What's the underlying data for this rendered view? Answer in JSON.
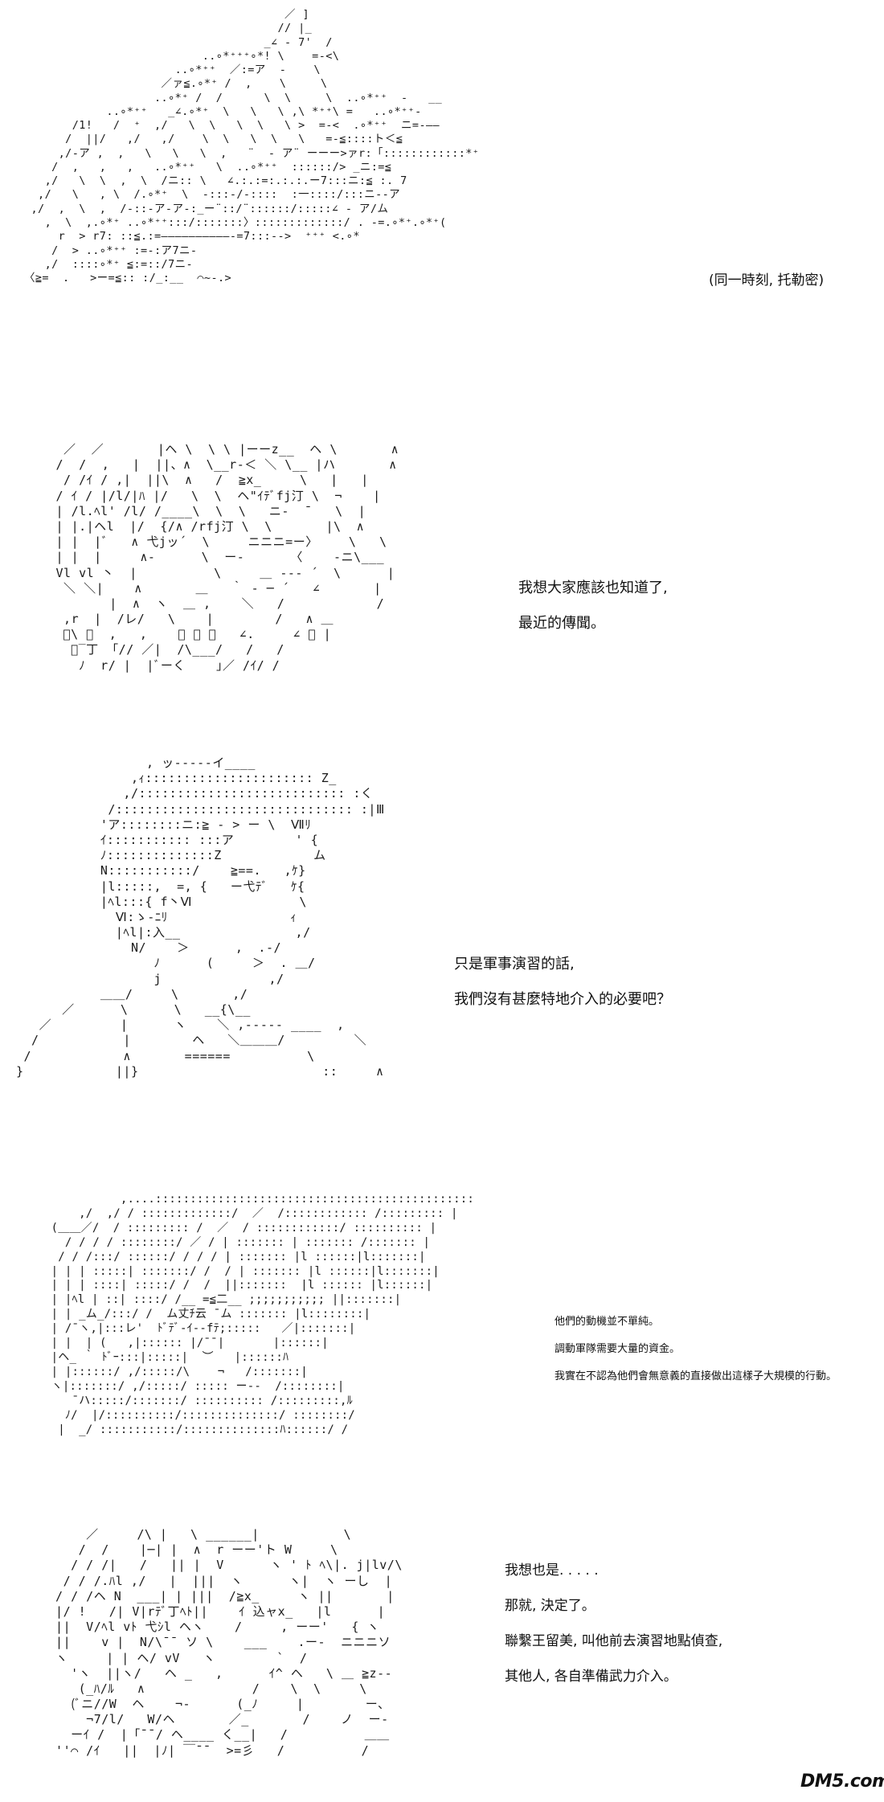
{
  "panels": [
    {
      "caption": [
        "(同一時刻, 托勒密)"
      ]
    },
    {
      "caption": [
        "我想大家應該也知道了,",
        "最近的傳聞。"
      ]
    },
    {
      "caption": [
        "只是軍事演習的話,",
        "我們沒有甚麼特地介入的必要吧？"
      ]
    },
    {
      "caption": [
        "他們的動機並不單純。",
        "調動軍隊需要大量的資金。",
        "我實在不認為他們會無意義的直接做出這樣子大規模的行動。"
      ]
    },
    {
      "caption": [
        "我想也是. . . . .",
        "那就, 決定了。",
        "聯繫王留美, 叫他前去演習地點偵查,",
        "其他人, 各自準備武力介入。"
      ]
    }
  ],
  "watermark": {
    "logo_text": "DM5.com"
  }
}
